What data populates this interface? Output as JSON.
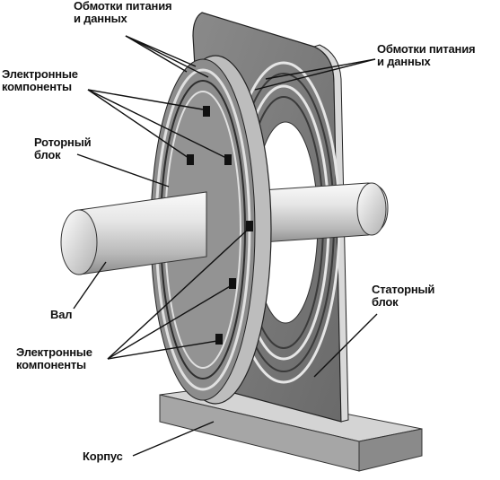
{
  "labels": {
    "coils_top_left": "Обмотки питания\nи данных",
    "coils_top_right": "Обмотки питания\nи данных",
    "electronics_top": "Электронные\nкомпоненты",
    "rotor_block": "Роторный\nблок",
    "shaft": "Вал",
    "stator_block": "Статорный\nблок",
    "electronics_bottom": "Электронные\nкомпоненты",
    "housing": "Корпус"
  },
  "colors": {
    "stator": "#7c7c7c",
    "stator_edge": "#d8d8d8",
    "rotor_face": "#8a8a8a",
    "rotor_rim": "#c9c9c9",
    "shaft_light": "#f2f2f2",
    "shaft_mid": "#cfcfcf",
    "shaft_dark": "#8e8e8e",
    "base_top": "#d6d6d6",
    "base_front": "#a9a9a9",
    "leader": "#111111"
  }
}
